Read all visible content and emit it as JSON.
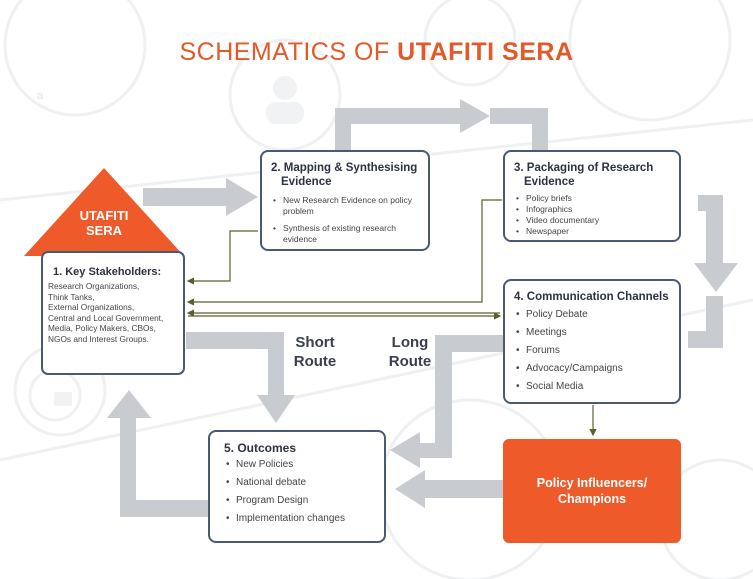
{
  "title": {
    "part1": "SCHEMATICS OF ",
    "part2": "UTAFITI SERA"
  },
  "watermark_letter": "a",
  "house": {
    "label_line1": "UTAFITI",
    "label_line2": "SERA",
    "heading": "1. Key Stakeholders:",
    "text": [
      "Research Organizations,",
      "Think Tanks,",
      "External Organizations,",
      "Central and Local Government,",
      "Media, Policy Makers, CBOs,",
      "NGOs and Interest Groups."
    ]
  },
  "mapping": {
    "heading_line1": "2. Mapping & Synthesising",
    "heading_line2": "Evidence",
    "items": [
      "New Research Evidence on policy problem",
      "Synthesis of existing research evidence"
    ]
  },
  "packaging": {
    "heading_line1": "3. Packaging of Research",
    "heading_line2": "Evidence",
    "items": [
      "Policy briefs",
      "Infographics",
      "Video documentary",
      "Newspaper"
    ]
  },
  "communication": {
    "heading": "4. Communication Channels",
    "items": [
      "Policy Debate",
      "Meetings",
      "Forums",
      "Advocacy/Campaigns",
      "Social Media"
    ]
  },
  "outcomes": {
    "heading": "5. Outcomes",
    "items": [
      "New Policies",
      "National debate",
      "Program Design",
      "Implementation changes"
    ]
  },
  "routes": {
    "short_line1": "Short",
    "short_line2": "Route",
    "long_line1": "Long",
    "long_line2": "Route"
  },
  "champions": {
    "line1": "Policy Influencers/",
    "line2": "Champions"
  },
  "colors": {
    "orange": "#ef5a2a",
    "title_orange": "#e2592a",
    "box_border": "#4a5a72",
    "arrow_gray": "#c8ccd1",
    "connector_olive": "#5d5f2a"
  }
}
